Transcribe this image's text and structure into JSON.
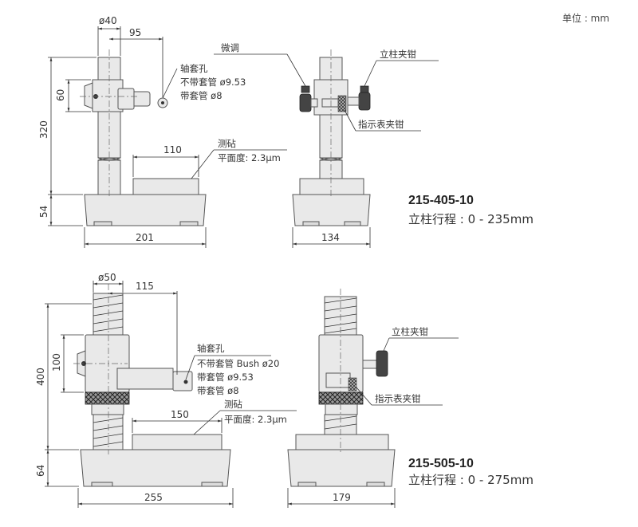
{
  "unit_label": "单位 : mm",
  "top": {
    "model": "215-405-10",
    "stroke": "立柱行程 : 0 - 235mm",
    "dims": {
      "d40": "ø40",
      "d95": "95",
      "d60": "60",
      "d320": "320",
      "d54": "54",
      "d110": "110",
      "d201": "201",
      "d134": "134"
    },
    "labels": {
      "fine": "微调",
      "bushing": "轴套孔",
      "no_sleeve": "不带套管  ø9.53",
      "with_sleeve": "带套管   ø8",
      "anvil": "测砧",
      "flatness": "平面度: 2.3μm",
      "column_clamp": "立柱夹钳",
      "indicator_clamp": "指示表夹钳"
    }
  },
  "bottom": {
    "model": "215-505-10",
    "stroke": "立柱行程 : 0 - 275mm",
    "dims": {
      "d50": "ø50",
      "d115": "115",
      "d100": "100",
      "d400": "400",
      "d64": "64",
      "d150": "150",
      "d255": "255",
      "d179": "179"
    },
    "labels": {
      "bushing": "轴套孔",
      "no_sleeve": "不带套管  Bush ø20",
      "sleeve1": "带套管  ø9.53",
      "sleeve2": "带套管  ø8",
      "anvil": "测砧",
      "flatness": "平面度: 2.3μm",
      "column_clamp": "立柱夹钳",
      "indicator_clamp": "指示表夹钳"
    }
  }
}
